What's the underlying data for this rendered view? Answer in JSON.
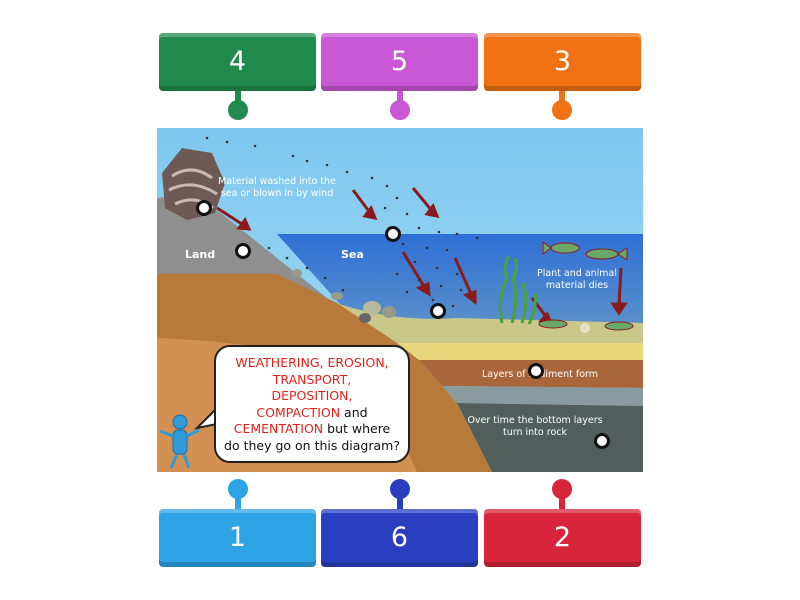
{
  "top_tiles": [
    {
      "label": "4",
      "color": "#1f8a4c"
    },
    {
      "label": "5",
      "color": "#c857d4"
    },
    {
      "label": "3",
      "color": "#f07214"
    }
  ],
  "bottom_tiles": [
    {
      "label": "1",
      "color": "#2ea3e6"
    },
    {
      "label": "6",
      "color": "#2a3fbf"
    },
    {
      "label": "2",
      "color": "#d8253c"
    }
  ],
  "diagram": {
    "land_label": "Land",
    "sea_label": "Sea",
    "material_washed": "Material washed into the sea or blown in by wind",
    "plant_animal": "Plant and animal material dies",
    "layers_form": "Layers of sediment form",
    "bottom_layers": "Over time the bottom layers turn into rock"
  },
  "bubble": {
    "weathering": "WEATHERING, EROSION,",
    "transport": "TRANSPORT,",
    "deposition": "DEPOSITION,",
    "compaction": "COMPACTION",
    "and": " and",
    "cementation": "CEMENTATION",
    "but_where": " but where",
    "question": "do they go on this diagram?"
  }
}
